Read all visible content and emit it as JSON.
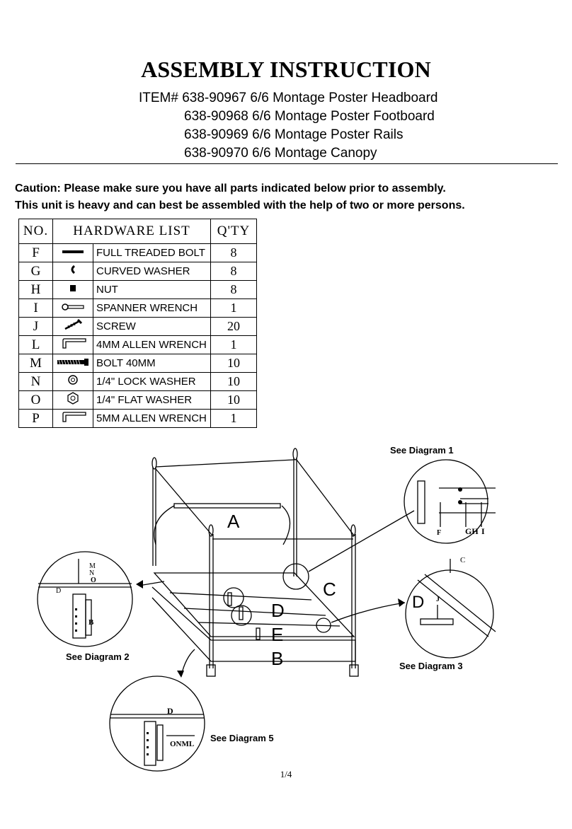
{
  "header": {
    "title": "ASSEMBLY INSTRUCTION",
    "items": [
      "ITEM# 638-90967 6/6 Montage Poster Headboard",
      "638-90968 6/6 Montage Poster Footboard",
      "638-90969 6/6 Montage Poster Rails",
      "638-90970 6/6 Montage Canopy"
    ]
  },
  "caution": [
    "Caution: Please make sure you have all parts indicated below prior to assembly.",
    "This unit is heavy and can best be assembled with the help of two or more persons."
  ],
  "hardware_table": {
    "headers": [
      "NO.",
      "HARDWARE LIST",
      "Q'TY"
    ],
    "rows": [
      {
        "no": "F",
        "icon": "bolt-icon",
        "desc": "FULL TREADED BOLT",
        "qty": "8"
      },
      {
        "no": "G",
        "icon": "curved-washer-icon",
        "desc": "CURVED WASHER",
        "qty": "8"
      },
      {
        "no": "H",
        "icon": "nut-icon",
        "desc": "NUT",
        "qty": "8"
      },
      {
        "no": "I",
        "icon": "spanner-wrench-icon",
        "desc": "SPANNER WRENCH",
        "qty": "1"
      },
      {
        "no": "J",
        "icon": "screw-icon",
        "desc": "SCREW",
        "qty": "20"
      },
      {
        "no": "L",
        "icon": "allen-wrench-icon",
        "desc": "4MM ALLEN WRENCH",
        "qty": "1"
      },
      {
        "no": "M",
        "icon": "bolt-40mm-icon",
        "desc": "BOLT 40MM",
        "qty": "10"
      },
      {
        "no": "N",
        "icon": "lock-washer-icon",
        "desc": "1/4\" LOCK WASHER",
        "qty": "10"
      },
      {
        "no": "O",
        "icon": "flat-washer-icon",
        "desc": "1/4\" FLAT WASHER",
        "qty": "10"
      },
      {
        "no": "P",
        "icon": "allen-wrench-icon",
        "desc": "5MM ALLEN WRENCH",
        "qty": "1"
      }
    ]
  },
  "diagram_labels": {
    "see1": "See Diagram 1",
    "see2": "See Diagram 2",
    "see3": "See Diagram 3",
    "see5": "See Diagram 5",
    "a": "A",
    "b": "B",
    "c": "C",
    "d": "D",
    "e": "E",
    "c_small": "C",
    "d_small": "D",
    "j": "J",
    "f": "F",
    "gh": "GH",
    "i": "I",
    "m": "M",
    "n": "N",
    "o": "O",
    "b_small": "B",
    "onml": "ONML"
  },
  "footer": {
    "page": "1/4"
  }
}
